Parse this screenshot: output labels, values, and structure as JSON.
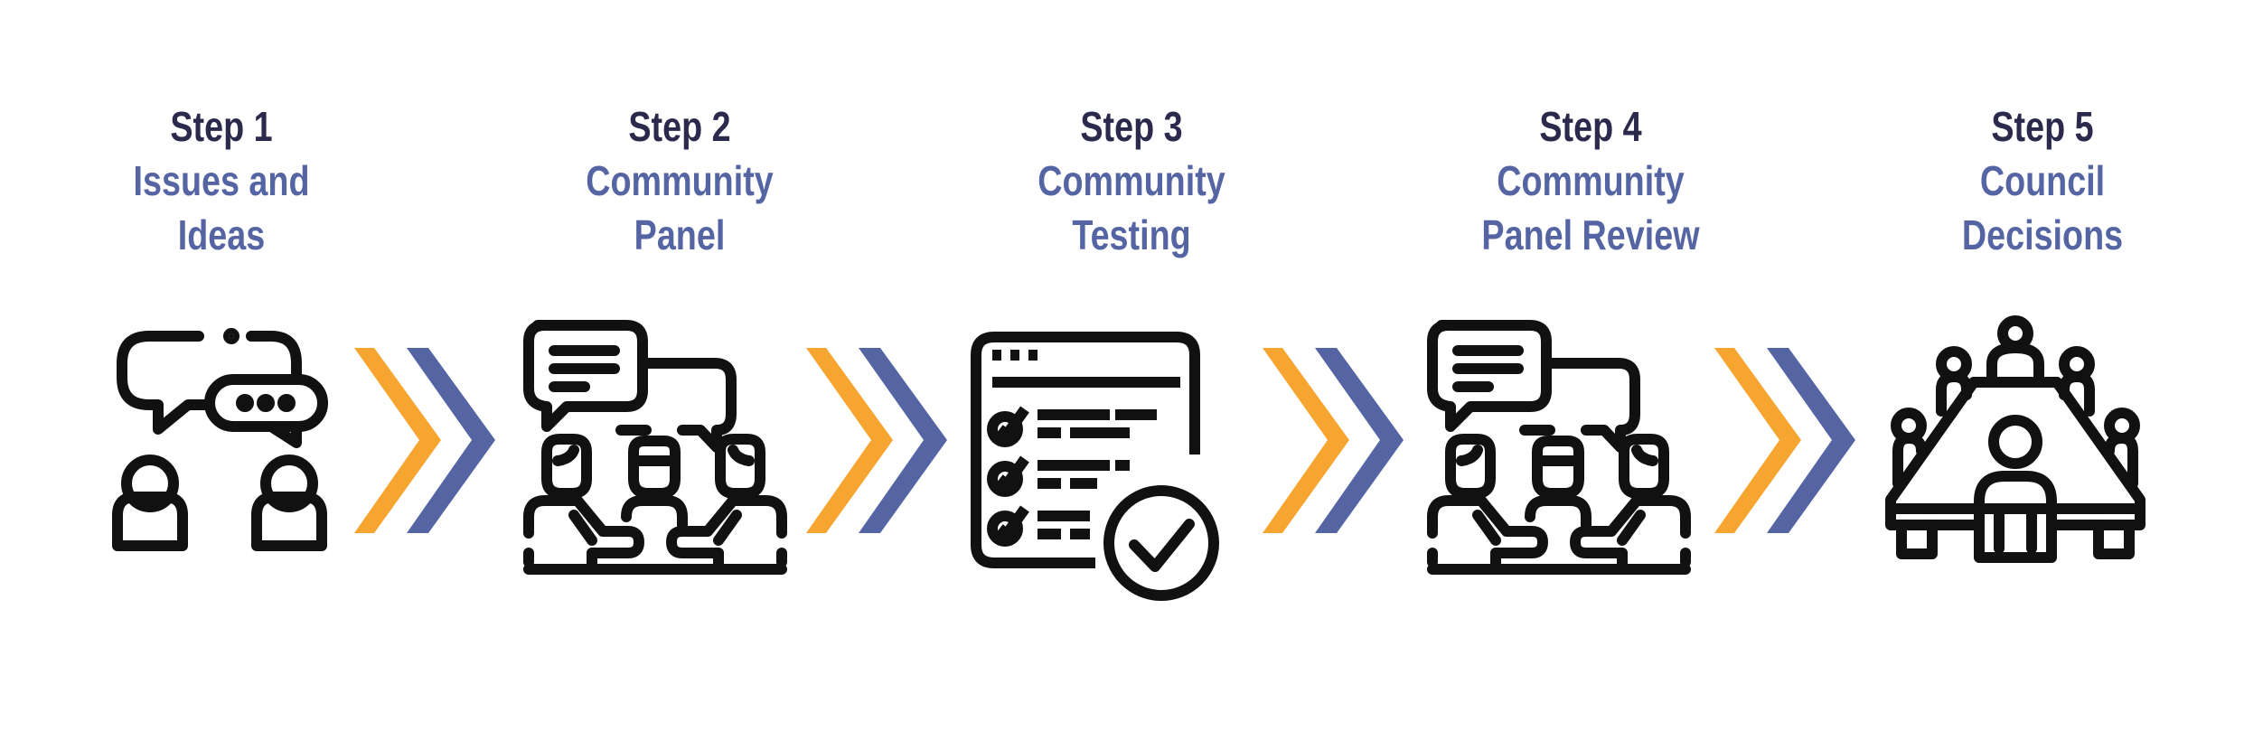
{
  "colors": {
    "step_number": "#2b2a4c",
    "step_title": "#5565a3",
    "arrow_orange": "#f6a530",
    "arrow_blue": "#5565a3",
    "icon_stroke": "#111111"
  },
  "steps": [
    {
      "number": "Step 1",
      "title_line1": "Issues and",
      "title_line2": "Ideas",
      "icon": "conversation-icon"
    },
    {
      "number": "Step 2",
      "title_line1": "Community",
      "title_line2": "Panel",
      "icon": "panel-discussion-icon"
    },
    {
      "number": "Step 3",
      "title_line1": "Community",
      "title_line2": "Testing",
      "icon": "checklist-test-icon"
    },
    {
      "number": "Step 4",
      "title_line1": "Community",
      "title_line2": "Panel Review",
      "icon": "panel-discussion-icon"
    },
    {
      "number": "Step 5",
      "title_line1": "Council",
      "title_line2": "Decisions",
      "icon": "council-table-icon"
    }
  ],
  "connectors": [
    {
      "icon": "double-chevron-right-icon"
    },
    {
      "icon": "double-chevron-right-icon"
    },
    {
      "icon": "double-chevron-right-icon"
    },
    {
      "icon": "double-chevron-right-icon"
    }
  ]
}
